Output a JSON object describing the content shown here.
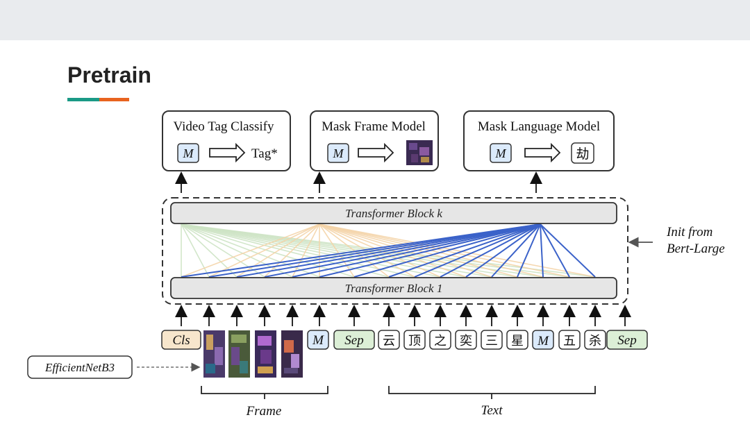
{
  "page": {
    "title": "Pretrain"
  },
  "tasks": {
    "video_tag": {
      "title": "Video Tag Classify",
      "mask_symbol": "M",
      "output": "Tag*"
    },
    "mask_frame": {
      "title": "Mask Frame Model",
      "mask_symbol": "M"
    },
    "mask_language": {
      "title": "Mask Language Model",
      "mask_symbol": "M",
      "output": "劫"
    }
  },
  "transformer": {
    "top_block": "Transformer Block k",
    "bottom_block": "Transformer Block 1"
  },
  "init_note": {
    "line1": "Init from",
    "line2": "Bert-Large"
  },
  "tokens": {
    "cls": "Cls",
    "frame_mask": "M",
    "sep1": "Sep",
    "text": [
      "云",
      "顶",
      "之",
      "奕",
      "三",
      "星",
      "M",
      "五",
      "杀"
    ],
    "sep2": "Sep"
  },
  "encoder": {
    "label": "EfficientNetB3"
  },
  "groups": {
    "frame": "Frame",
    "text": "Text"
  },
  "colors": {
    "cls_fill": "#f7e6cc",
    "mask_fill": "#dbeafb",
    "sep_fill": "#dcefd6",
    "attention_blue": "#3b62c9",
    "attention_green": "#cde3c4",
    "attention_orange": "#f4d4a8"
  }
}
